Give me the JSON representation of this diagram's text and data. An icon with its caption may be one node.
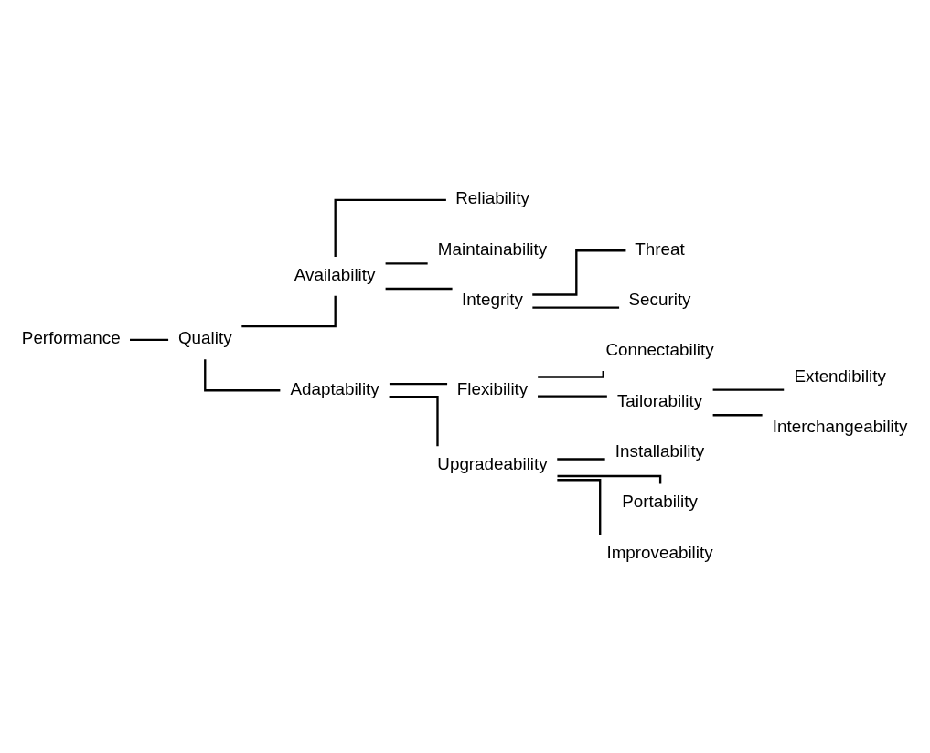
{
  "diagram": {
    "nodes": [
      {
        "text": [
          "Performance"
        ]
      },
      {
        "text": [
          "Quality"
        ]
      },
      {
        "text": [
          "Availability"
        ]
      },
      {
        "text": [
          "Reliability"
        ]
      },
      {
        "text": [
          "Maintainability"
        ]
      },
      {
        "text": [
          "Integrity"
        ]
      },
      {
        "text": [
          "Threat"
        ]
      },
      {
        "text": [
          "Security"
        ]
      },
      {
        "text": [
          "Adaptability"
        ]
      },
      {
        "text": [
          "Flexibility"
        ]
      },
      {
        "text": [
          "Connectability"
        ]
      },
      {
        "text": [
          "Tailorability"
        ]
      },
      {
        "text": [
          "Extendibility"
        ]
      },
      {
        "text": [
          "Interchangeability"
        ]
      },
      {
        "text": [
          "Upgradeability"
        ]
      },
      {
        "text": [
          "Installability"
        ]
      },
      {
        "text": [
          "Portability"
        ]
      },
      {
        "text": [
          "Improveability"
        ]
      }
    ],
    "edges": [
      {
        "from": 0,
        "to": 1,
        "arrow": "none"
      },
      {
        "from": 1,
        "to": 2,
        "arrow": "none"
      },
      {
        "from": 2,
        "to": 3,
        "arrow": "none"
      },
      {
        "from": 2,
        "to": 4,
        "arrow": "none"
      },
      {
        "from": 2,
        "to": 5,
        "arrow": "none"
      },
      {
        "from": 5,
        "to": 6,
        "arrow": "none"
      },
      {
        "from": 5,
        "to": 7,
        "arrow": "none"
      },
      {
        "from": 1,
        "to": 8,
        "arrow": "none"
      },
      {
        "from": 8,
        "to": 9,
        "arrow": "none"
      },
      {
        "from": 9,
        "to": 10,
        "arrow": "none"
      },
      {
        "from": 9,
        "to": 11,
        "arrow": "none"
      },
      {
        "from": 11,
        "to": 12,
        "arrow": "none"
      },
      {
        "from": 11,
        "to": 13,
        "arrow": "none"
      },
      {
        "from": 8,
        "to": 14,
        "arrow": "none"
      },
      {
        "from": 14,
        "to": 15,
        "arrow": "none"
      },
      {
        "from": 14,
        "to": 16,
        "arrow": "none"
      },
      {
        "from": 14,
        "to": 17,
        "arrow": "none"
      }
    ]
  }
}
